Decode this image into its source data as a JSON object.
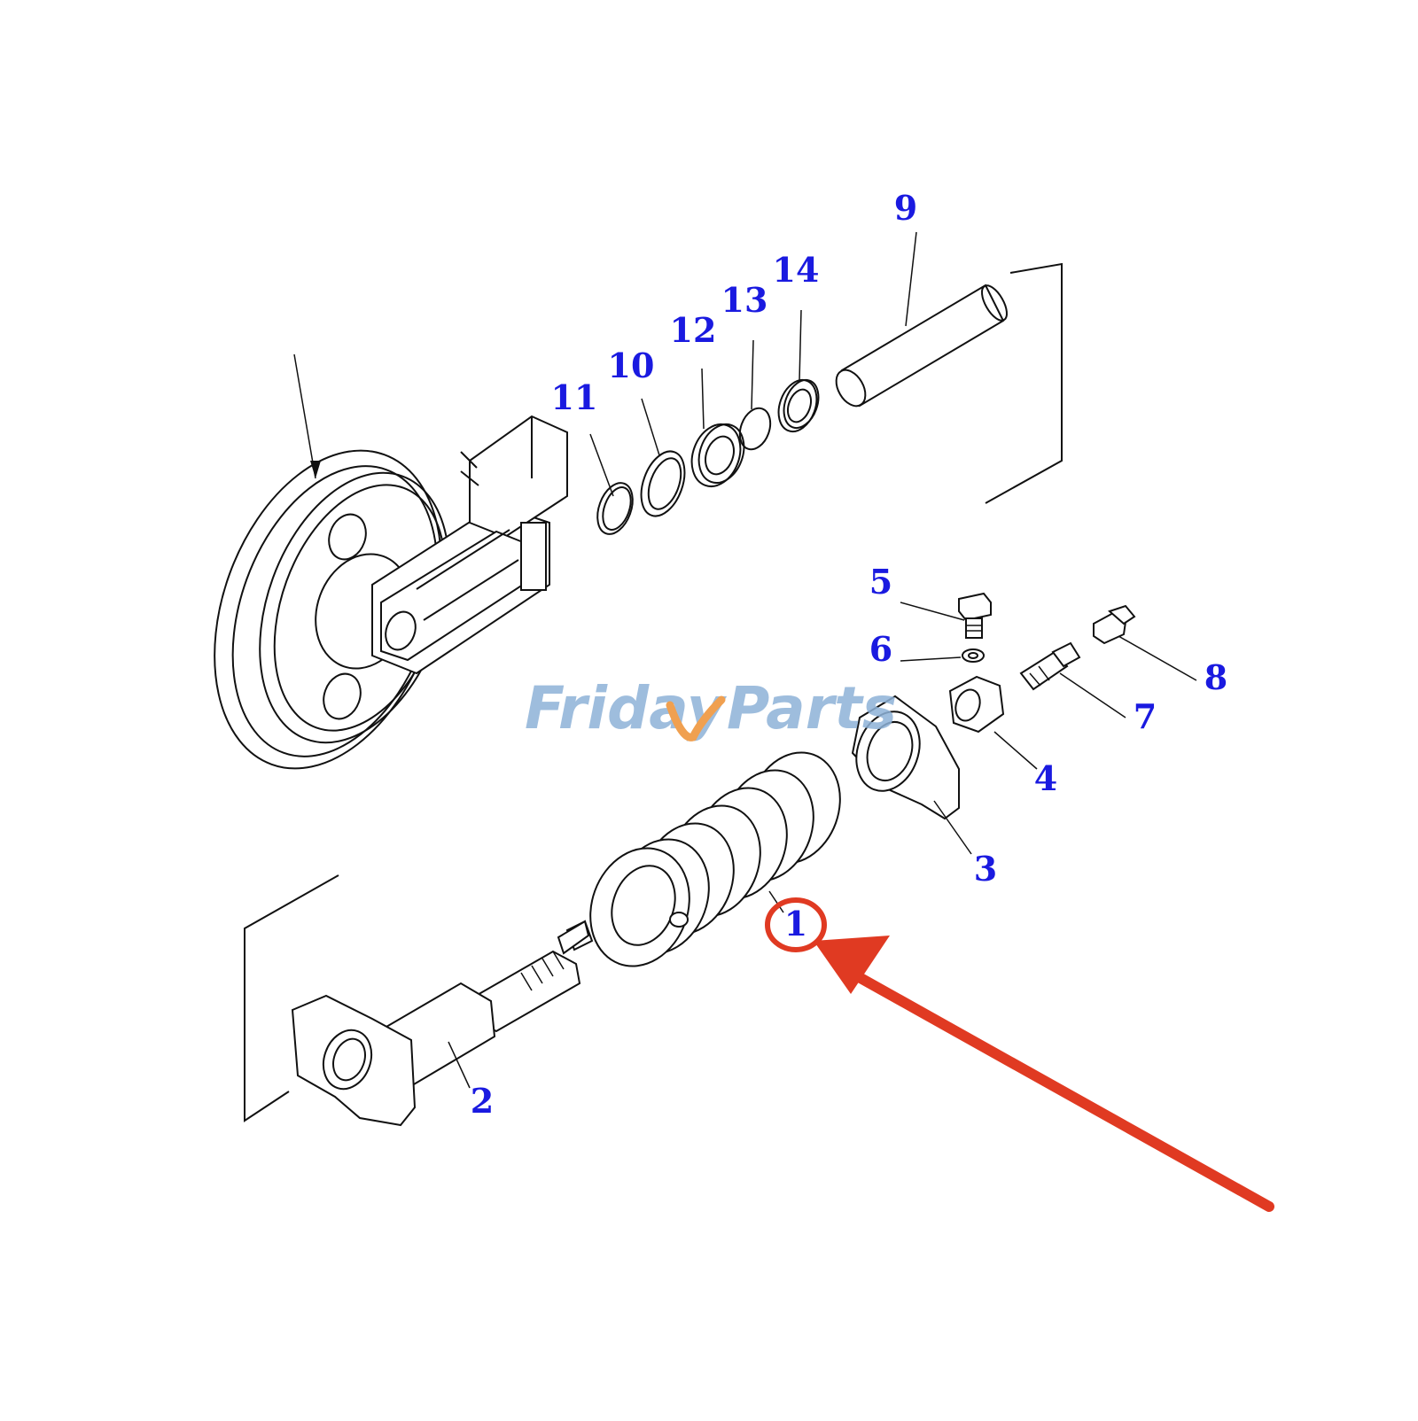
{
  "watermark": {
    "text_left": "Friday",
    "text_right": "Parts",
    "color": "#8eb2d8",
    "accent_color": "#f0a050"
  },
  "callouts": {
    "c1": "1",
    "c2": "2",
    "c3": "3",
    "c4": "4",
    "c5": "5",
    "c6": "6",
    "c7": "7",
    "c8": "8",
    "c9": "9",
    "c10": "10",
    "c11": "11",
    "c12": "12",
    "c13": "13",
    "c14": "14"
  },
  "highlight": {
    "target_callout": "1",
    "color": "#e03a22"
  },
  "label_color": "#1a1ae0"
}
